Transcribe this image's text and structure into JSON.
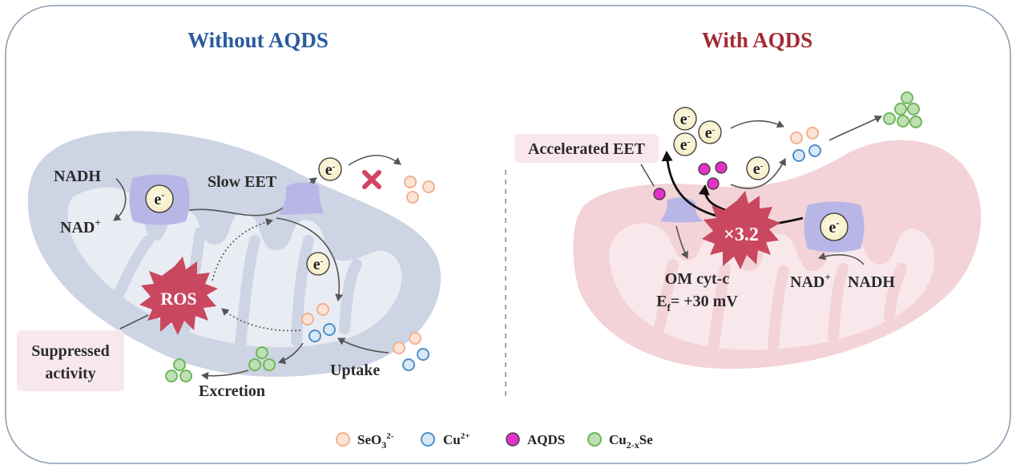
{
  "panels": {
    "left_title": "Without AQDS",
    "right_title": "With AQDS"
  },
  "left": {
    "nadh": "NADH",
    "nad_plus_base": "NAD",
    "nad_plus_sup": "+",
    "slow_eet": "Slow EET",
    "ros": "ROS",
    "suppressed_line1": "Suppressed",
    "suppressed_line2": "activity",
    "uptake": "Uptake",
    "excretion": "Excretion",
    "electron_base": "e",
    "electron_sup": "-"
  },
  "right": {
    "accelerated_eet": "Accelerated EET",
    "factor": "×3.2",
    "om_cyt": "OM cyt-c",
    "ef_base": "E",
    "ef_sub": "f",
    "ef_rest": "= +30 mV",
    "nad_plus_base": "NAD",
    "nad_plus_sup": "+",
    "nadh": "NADH",
    "electron_base": "e",
    "electron_sup": "-"
  },
  "legend": {
    "seo3_base": "SeO",
    "seo3_sub": "3",
    "seo3_sup": "2-",
    "cu_base": "Cu",
    "cu_sup": "2+",
    "aqds": "AQDS",
    "cu2x_base": "Cu",
    "cu2x_sub": "2-x",
    "cu2x_rest": "Se"
  },
  "colors": {
    "left_title": "#2a5b9c",
    "right_title": "#a32b34",
    "left_body": "#cdd4e4",
    "left_inner": "#e9ecf3",
    "right_body": "#f3d3d8",
    "right_inner": "#f8e8eb",
    "ros": "#c9485f",
    "aqds": "#e233c6",
    "seo3": "#f2b08f",
    "cu": "#4f8fc9",
    "cu2x": "#6fb65c",
    "protein": "#b8b6e6",
    "cross": "#d24466"
  },
  "icons": [
    "electron-icon",
    "ros-icon",
    "cross-icon",
    "protein-icon"
  ]
}
